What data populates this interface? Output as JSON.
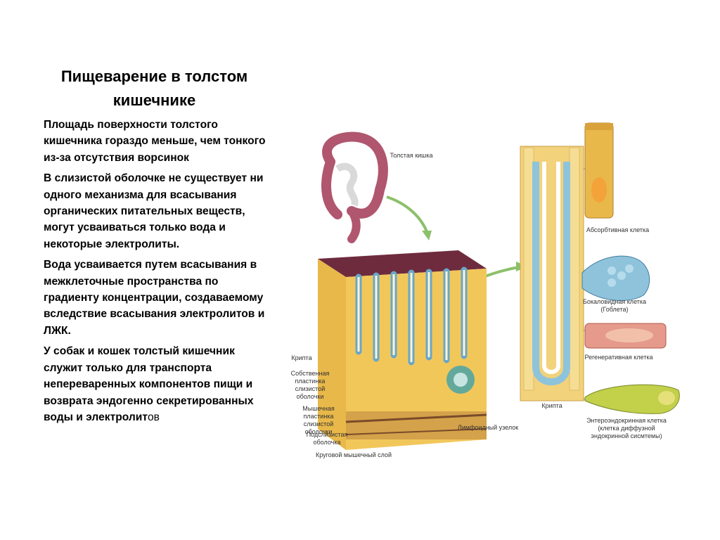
{
  "slide": {
    "title": "Пищеварение в толстом кишечнике",
    "paragraphs": [
      "Площадь поверхности толстого кишечника гораздо меньше, чем тонкого из-за отсутствия ворсинок",
      "В слизистой оболочке не существует ни одного механизма для всасывания органических питательных веществ, могут усваиваться только вода и некоторые электролиты.",
      "Вода усваивается путем всасывания в межклеточные пространства по градиенту концентрации, создаваемому вследствие всасывания электролитов и ЛЖК."
    ],
    "last_paragraph_bold": "У собак и кошек  толстый кишечник служит только для транспорта непереваренных компонентов пищи и возврата эндогенно секретированных воды и электролит",
    "last_paragraph_tail": "ов"
  },
  "figure": {
    "labels": {
      "colon": "Толстая кишка",
      "crypt_left": "Крипта",
      "lamina_propria": "Собственная пластинка слизистой оболочки",
      "muscularis_mucosae": "Мышечная пластинка слизистой оболочки",
      "submucosa": "Подслизистая оболочка",
      "circular_muscle": "Круговой мышечный слой",
      "lymph_node": "Лимфоидный узелок",
      "crypt_right": "Крипта",
      "absorptive_cell": "Абсорбтивная клетка",
      "goblet_cell": "Бокаловидная клетка (Гоблета)",
      "regenerative_cell": "Регенеративная клетка",
      "enteroendocrine_cell": "Энтероэндокринная клетка (клетка диффузной эндокринной сисмтемы)"
    }
  }
}
